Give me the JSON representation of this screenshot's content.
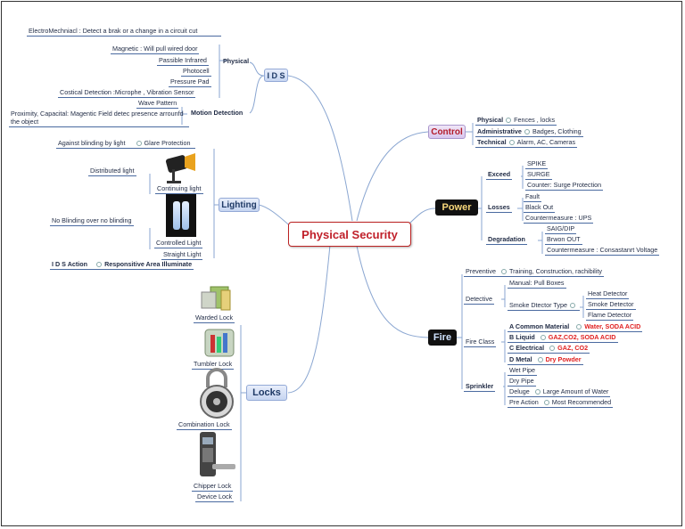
{
  "center": "Physical Security",
  "ids": {
    "title": "I D S",
    "physical": "Physical",
    "items": [
      "ElectroMechniacl :  Detect a brak or a change in a circuit cut",
      "Magnetic : Will pull wired door",
      "Passible Infrared",
      "Photocell",
      "Pressure Pad",
      "Costical Detection :Microphe , Vibration Sensor"
    ],
    "motion": "Motion Detection",
    "motion_items": [
      "Wave Pattern",
      "Proximity, Capacital: Magentic Field detec presence arrounfd the object"
    ]
  },
  "lighting": {
    "title": "Lighting",
    "blinding": "Against blinding by light",
    "glare": "Glare Protection",
    "distributed": "Distributed light",
    "continuing": "Continuing light",
    "no_blinding": "No Blinding over no blinding",
    "controlled": "Controlled Light",
    "straight": "Straight Light",
    "ids_action": "I D S Action",
    "responsive": "Responsitive Area Illuminate"
  },
  "locks": {
    "title": "Locks",
    "items": [
      "Warded Lock",
      "Tumbler Lock",
      "Combination Lock",
      "Chipper Lock",
      "Device Lock"
    ]
  },
  "control": {
    "title": "Control",
    "rows": [
      {
        "label": "Physical",
        "value": "Fences , locks"
      },
      {
        "label": "Administrative",
        "value": "Badges, Clothing"
      },
      {
        "label": "Technical",
        "value": "Alarm, AC, Cameras"
      }
    ]
  },
  "power": {
    "title": "Power",
    "exceed": "Exceed",
    "exceed_items": [
      "SPIKE",
      "SURGE",
      "Counter: Surge Protection"
    ],
    "losses": "Losses",
    "losses_items": [
      "Fault",
      "Black Out",
      "Countermeasure :  UPS"
    ],
    "degradation": "Degradation",
    "degradation_items": [
      "SAIG/DIP",
      "Brwon OUT",
      "Countermeasure : Consastanrt Voltage"
    ]
  },
  "fire": {
    "title": "Fire",
    "preventive": "Preventive",
    "preventive_value": "Training, Construction, rachibility",
    "detective": "Detective",
    "manual": "Manual: Pull Boxes",
    "smoke_type": "Smoke Dtector Type",
    "detectors": [
      "Heat Detector",
      "Smoke Detector",
      "Flame Detector"
    ],
    "fire_class": "Fire Class",
    "classes": [
      {
        "label": "A Common Material",
        "value": "Water, SODA ACID"
      },
      {
        "label": "B Liquid",
        "value": "GAZ,CO2, SODA ACID"
      },
      {
        "label": "C Electrical",
        "value": "GAZ, CO2"
      },
      {
        "label": "D Metal",
        "value": "Dry Powder"
      }
    ],
    "sprinkler": "Sprinkler",
    "sprinkler_items": [
      "Wet Pipe",
      "Dry Pipe"
    ],
    "deluge": "Deluge",
    "deluge_value": "Large Amount of Water",
    "preaction": "Pre Action",
    "preaction_value": "Most Recommended"
  },
  "colors": {
    "connector": "#7f9cc9",
    "accent": "#c0202a",
    "highlight": "#e02020"
  }
}
